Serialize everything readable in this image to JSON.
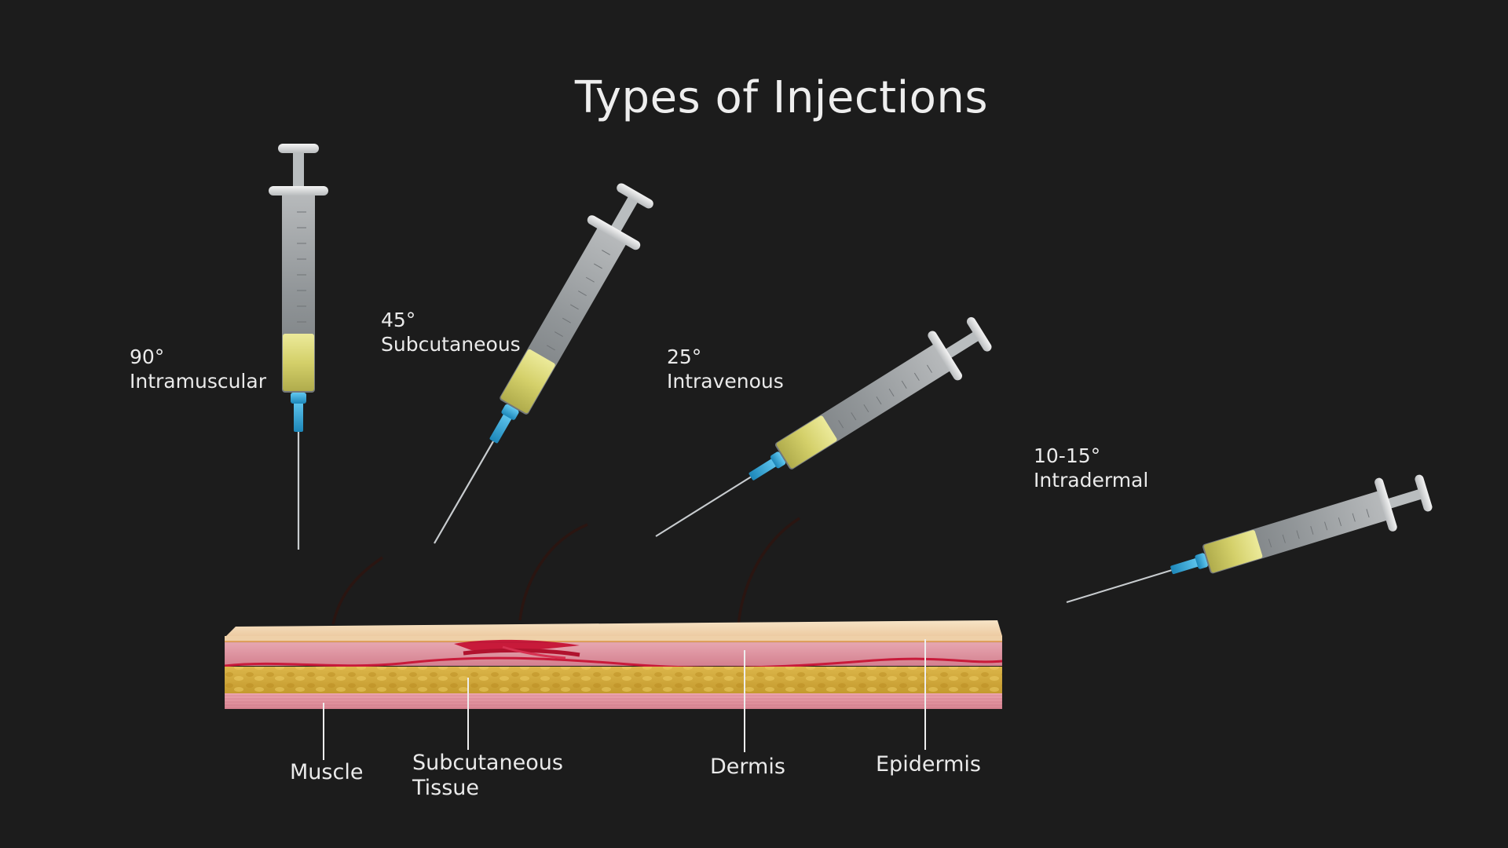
{
  "title": "Types of Injections",
  "colors": {
    "background": "#1c1c1c",
    "epidermis": "#f3d9b8",
    "dermis": "#de8fa0",
    "subcutaneous": "#d2ae3b",
    "muscle": "#e89aa6",
    "blood_vessel": "#c81a3a",
    "medication": "#dcd873",
    "needle_hub": "#2aa4d8"
  },
  "injections": [
    {
      "id": "intramuscular",
      "angle": "90°",
      "name": "Intramuscular",
      "icon": "syringe-icon"
    },
    {
      "id": "subcutaneous",
      "angle": "45°",
      "name": "Subcutaneous",
      "icon": "syringe-icon"
    },
    {
      "id": "intravenous",
      "angle": "25°",
      "name": "Intravenous",
      "icon": "syringe-icon"
    },
    {
      "id": "intradermal",
      "angle": "10-15°",
      "name": "Intradermal",
      "icon": "syringe-icon"
    }
  ],
  "layers": {
    "muscle": {
      "line1": "Muscle"
    },
    "subcutaneous": {
      "line1": "Subcutaneous",
      "line2": "Tissue"
    },
    "dermis": {
      "line1": "Dermis"
    },
    "epidermis": {
      "line1": "Epidermis"
    }
  }
}
